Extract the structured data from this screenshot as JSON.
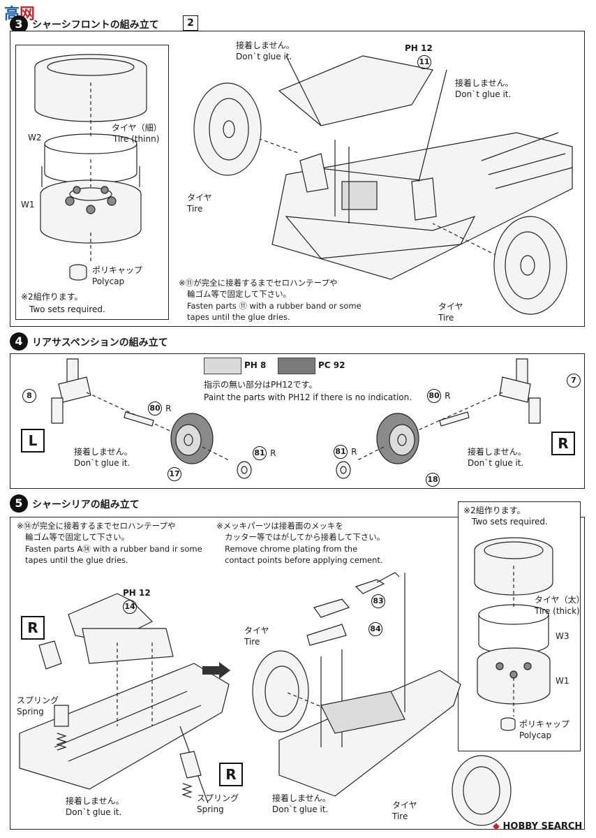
{
  "watermark_top": {
    "text": "高",
    "text2": "网"
  },
  "watermark_bottom": {
    "text": "HOBBY SEARCH"
  },
  "section3": {
    "title": "シャーシフロントの組み立て",
    "ref_box": "2",
    "inset_note_jp": "※2組作ります。",
    "inset_note_en": "Two sets required.",
    "tire_thin_jp": "タイヤ（細）",
    "tire_thin_en": "Tire (thinn)",
    "w2": "W2",
    "w1": "W1",
    "polycap_jp": "ポリキャップ",
    "polycap_en": "Polycap",
    "dont_glue_jp_1": "接着しません。",
    "dont_glue_en_1": "Don`t glue it.",
    "dont_glue_jp_2": "接着しません。",
    "dont_glue_en_2": "Don`t glue it.",
    "paint_ref": "PH 12",
    "part_11": "11",
    "tire_left_jp": "タイヤ",
    "tire_left_en": "Tire",
    "tire_right_jp": "タイヤ",
    "tire_right_en": "Tire",
    "fasten_note_jp1": "※⑪が完全に接着するまでセロハンテープや",
    "fasten_note_jp2": "輪ゴム等で固定して下さい。",
    "fasten_note_en1": "Fasten parts ⑪ with a rubber band or some",
    "fasten_note_en2": "tapes until the glue dries."
  },
  "section4": {
    "step": "4",
    "title": "リアサスペンションの組み立て",
    "color1_code": "PH 8",
    "color2_code": "PC 92",
    "paint_note_jp": "指示の無い部分はPH12です。",
    "paint_note_en": "Paint the parts with PH12 if there is no indication.",
    "left_label": "L",
    "right_label": "R",
    "part_8": "8",
    "part_7": "7",
    "part_80l": "80",
    "part_80r": "80",
    "part_81l": "81",
    "part_81r": "81",
    "r_suffix": "R",
    "part_17": "17",
    "part_18": "18",
    "dont_glue_jp_l": "接着しません。",
    "dont_glue_en_l": "Don`t glue it.",
    "dont_glue_jp_r": "接着しません。",
    "dont_glue_en_r": "Don`t glue it."
  },
  "section5": {
    "step": "5",
    "title": "シャーシリアの組み立て",
    "fasten_jp1": "※⑭が完全に接着するまでセロハンテープや",
    "fasten_jp2": "輪ゴム等で固定して下さい。",
    "fasten_en1": "Fasten parts A⑭ with a rubber band ir some",
    "fasten_en2": "tapes until the glue dries.",
    "chrome_jp1": "※メッキパーツは接着面のメッキを",
    "chrome_jp2": "カッター等ではがしてから接着して下さい。",
    "chrome_en1": "Remove chrome plating from the",
    "chrome_en2": "contact points before applying cement.",
    "inset_note_jp": "※2組作ります。",
    "inset_note_en": "Two sets required.",
    "tire_thick_jp": "タイヤ（太）",
    "tire_thick_en": "Tire (thick)",
    "w3": "W3",
    "w1": "W1",
    "polycap_jp": "ポリキャップ",
    "polycap_en": "Polycap",
    "paint_ref": "PH 12",
    "part_14": "14",
    "part_83": "83",
    "part_84": "84",
    "r_label_1": "R",
    "r_label_2": "R",
    "spring_jp_1": "スプリング",
    "spring_en_1": "Spring",
    "spring_jp_2": "スプリング",
    "spring_en_2": "Spring",
    "dont_glue_jp_1": "接着しません。",
    "dont_glue_en_1": "Don`t glue it.",
    "dont_glue_jp_2": "接着しません。",
    "dont_glue_en_2": "Don`t glue it.",
    "tire_top_jp": "タイヤ",
    "tire_top_en": "Tire",
    "tire_bottom_jp": "タイヤ",
    "tire_bottom_en": "Tire"
  },
  "colors": {
    "swatch_light": "#d9d9d9",
    "swatch_dark": "#7a7a7a",
    "watermark_red": "#c0282d",
    "watermark_blue": "#1f5fa8"
  }
}
